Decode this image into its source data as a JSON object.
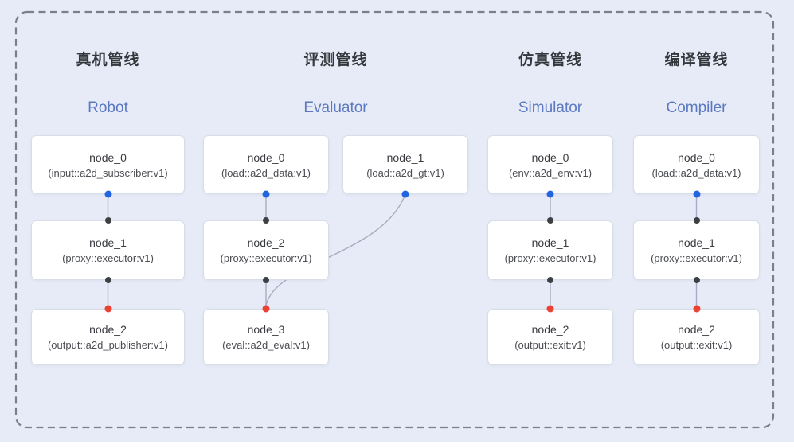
{
  "colors": {
    "background": "#e6ebf7",
    "dashed_border": "#7a7f88",
    "box_bg": "#ffffff",
    "box_border": "#d9dde6",
    "title_zh": "#34373c",
    "title_en": "#5b78c0",
    "node_name": "#393b40",
    "node_detail": "#4b4d53",
    "connector": "#a6adc0",
    "dot_blue": "#2166e0",
    "dot_black": "#3d4043",
    "dot_red": "#ea4334"
  },
  "pipelines": [
    {
      "id": "robot",
      "title_zh": "真机管线",
      "title_en": "Robot",
      "nodes": [
        {
          "name": "node_0",
          "detail": "(input::a2d_subscriber:v1)",
          "ports": {
            "bottom": "blue"
          }
        },
        {
          "name": "node_1",
          "detail": "(proxy::executor:v1)",
          "ports": {
            "top": "black",
            "bottom": "black"
          }
        },
        {
          "name": "node_2",
          "detail": "(output::a2d_publisher:v1)",
          "ports": {
            "top": "red"
          }
        }
      ],
      "edges": [
        [
          "node_0",
          "node_1"
        ],
        [
          "node_1",
          "node_2"
        ]
      ]
    },
    {
      "id": "evaluator",
      "title_zh": "评测管线",
      "title_en": "Evaluator",
      "nodes": [
        {
          "name": "node_0",
          "detail": "(load::a2d_data:v1)",
          "ports": {
            "bottom": "blue"
          }
        },
        {
          "name": "node_1",
          "detail": "(load::a2d_gt:v1)",
          "ports": {
            "bottom": "blue"
          }
        },
        {
          "name": "node_2",
          "detail": "(proxy::executor:v1)",
          "ports": {
            "top": "black",
            "bottom": "black"
          }
        },
        {
          "name": "node_3",
          "detail": "(eval::a2d_eval:v1)",
          "ports": {
            "top": "red"
          }
        }
      ],
      "edges": [
        [
          "node_0",
          "node_2"
        ],
        [
          "node_2",
          "node_3"
        ],
        [
          "node_1",
          "node_3"
        ]
      ]
    },
    {
      "id": "simulator",
      "title_zh": "仿真管线",
      "title_en": "Simulator",
      "nodes": [
        {
          "name": "node_0",
          "detail": "(env::a2d_env:v1)",
          "ports": {
            "bottom": "blue"
          }
        },
        {
          "name": "node_1",
          "detail": "(proxy::executor:v1)",
          "ports": {
            "top": "black",
            "bottom": "black"
          }
        },
        {
          "name": "node_2",
          "detail": "(output::exit:v1)",
          "ports": {
            "top": "red"
          }
        }
      ],
      "edges": [
        [
          "node_0",
          "node_1"
        ],
        [
          "node_1",
          "node_2"
        ]
      ]
    },
    {
      "id": "compiler",
      "title_zh": "编译管线",
      "title_en": "Compiler",
      "nodes": [
        {
          "name": "node_0",
          "detail": "(load::a2d_data:v1)",
          "ports": {
            "bottom": "blue"
          }
        },
        {
          "name": "node_1",
          "detail": "(proxy::executor:v1)",
          "ports": {
            "top": "black",
            "bottom": "black"
          }
        },
        {
          "name": "node_2",
          "detail": "(output::exit:v1)",
          "ports": {
            "top": "red"
          }
        }
      ],
      "edges": [
        [
          "node_0",
          "node_1"
        ],
        [
          "node_1",
          "node_2"
        ]
      ]
    }
  ]
}
